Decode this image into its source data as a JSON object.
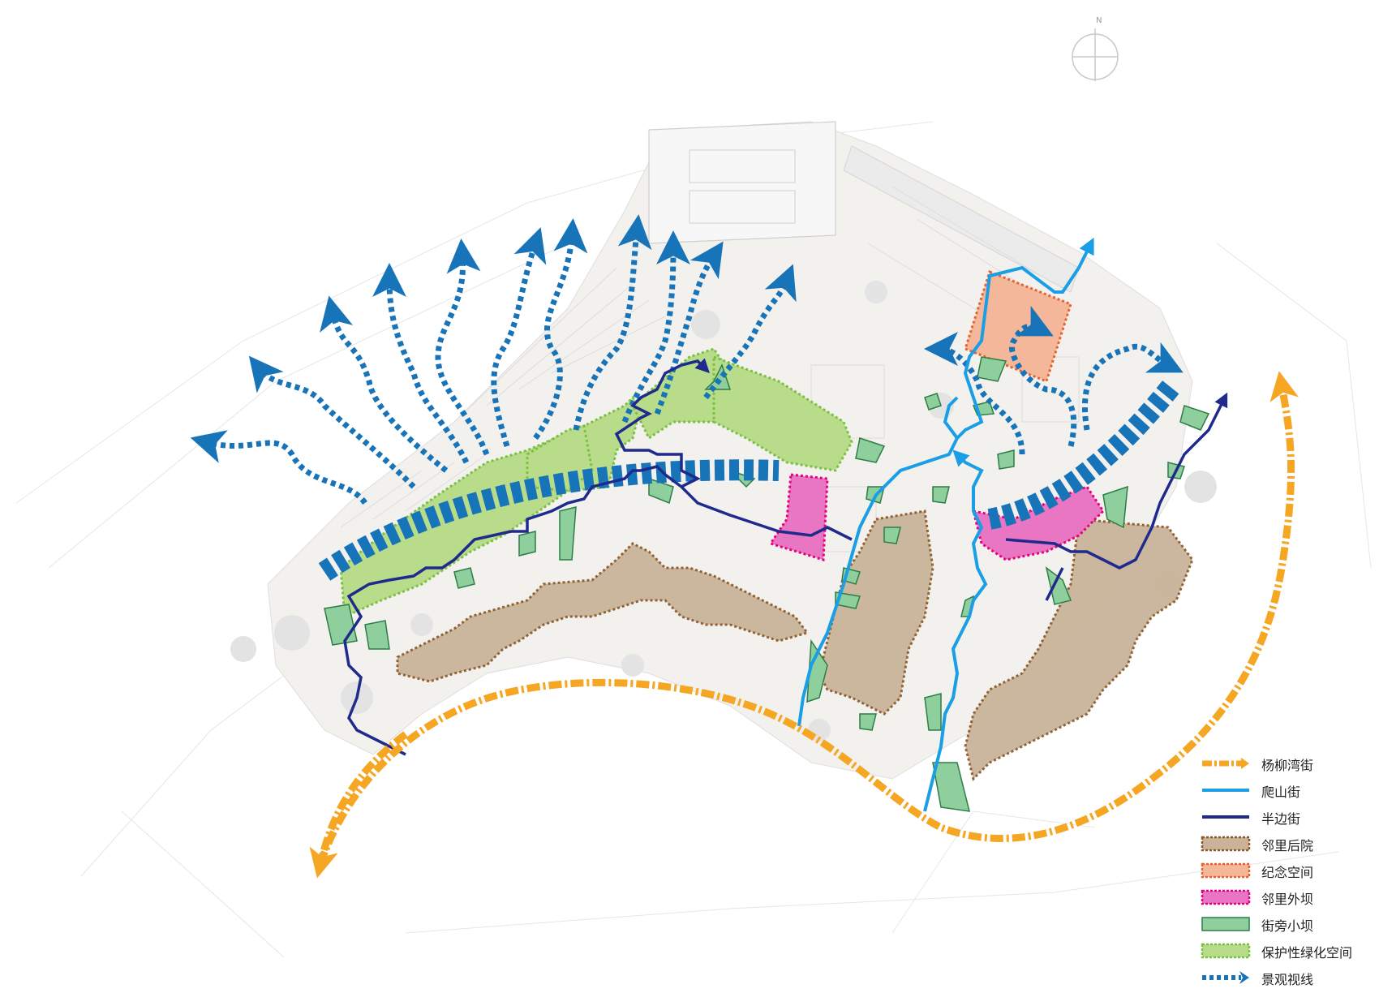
{
  "map": {
    "compass_label": "N",
    "colors": {
      "yangliuwan_street": "#f5a623",
      "pashan_street": "#1a9ee6",
      "banbian_street": "#1f2a8c",
      "neighbor_backyard": "#8b5a2b",
      "neighbor_backyard_fill": "#c9b49a",
      "memorial_space": "#e8612c",
      "memorial_space_fill": "#f4b79a",
      "neighbor_outer_yard": "#e6007e",
      "neighbor_outer_yard_fill": "#e876c2",
      "street_side_yard": "#2d7d46",
      "street_side_yard_fill": "#8fcf9e",
      "protective_green": "#7ac143",
      "protective_green_fill": "#b8dc8a",
      "view_corridor": "#1874b8"
    }
  },
  "legend": [
    {
      "key": "yangliuwan_street",
      "label": "杨柳湾街",
      "icon": "dash-dot-arrow"
    },
    {
      "key": "pashan_street",
      "label": "爬山街",
      "icon": "solid-line-light-blue"
    },
    {
      "key": "banbian_street",
      "label": "半边街",
      "icon": "solid-line-navy"
    },
    {
      "key": "neighbor_backyard",
      "label": "邻里后院",
      "icon": "dotted-rect-brown"
    },
    {
      "key": "memorial_space",
      "label": "纪念空间",
      "icon": "dotted-rect-orange"
    },
    {
      "key": "neighbor_outer_yard",
      "label": "邻里外坝",
      "icon": "dotted-rect-pink"
    },
    {
      "key": "street_side_yard",
      "label": "街旁小坝",
      "icon": "solid-rect-green"
    },
    {
      "key": "protective_green",
      "label": "保护性绿化空间",
      "icon": "dotted-rect-light-green"
    },
    {
      "key": "view_corridor",
      "label": "景观视线",
      "icon": "dotted-arrow-blue"
    }
  ]
}
